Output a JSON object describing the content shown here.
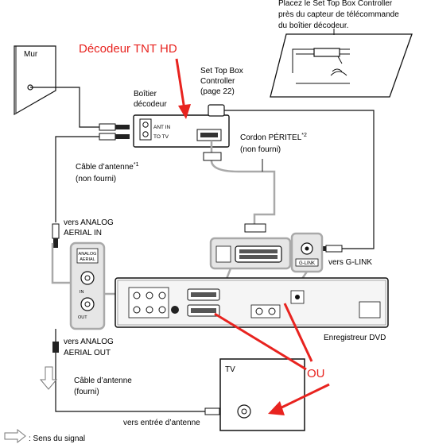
{
  "labels": {
    "placez_line1": "Placez le Set Top Box Controller",
    "placez_line2": "près du capteur de télécommande",
    "placez_line3": "du boîtier décodeur.",
    "decodeur_tnt": "Décodeur TNT HD",
    "mur": "Mur",
    "stbc_line1": "Set Top Box",
    "stbc_line2": "Controller",
    "stbc_line3": "(page 22)",
    "boitier_line1": "Boîtier",
    "boitier_line2": "décodeur",
    "ant_in": "ANT IN",
    "to_tv": "TO TV",
    "cordon_line1": "Cordon PÉRITEL",
    "cordon_sup": "*2",
    "cordon_line2": "(non fourni)",
    "cable1_line1": "Câble d’antenne",
    "cable1_sup": "*1",
    "cable1_line2": "(non fourni)",
    "vers_analog_in_1": "vers ANALOG",
    "vers_analog_in_2": "AERIAL IN",
    "analog_aerial_1": "ANALOG",
    "analog_aerial_2": "AERIAL",
    "panel_in": "IN",
    "panel_out": "OUT",
    "glink_panel": "G-LINK",
    "vers_glink": "vers G-LINK",
    "enregistreur": "Enregistreur DVD",
    "vers_analog_out_1": "vers ANALOG",
    "vers_analog_out_2": "AERIAL OUT",
    "ou": "OU",
    "tv": "TV",
    "cable2_line1": "Câble d’antenne",
    "cable2_line2": "(fourni)",
    "vers_entree": "vers entrée d’antenne",
    "sens_signal": ": Sens du signal"
  },
  "colors": {
    "annotation_red": "#e8231f",
    "cable_gray": "#a9a9a9",
    "line_black": "#111111"
  }
}
